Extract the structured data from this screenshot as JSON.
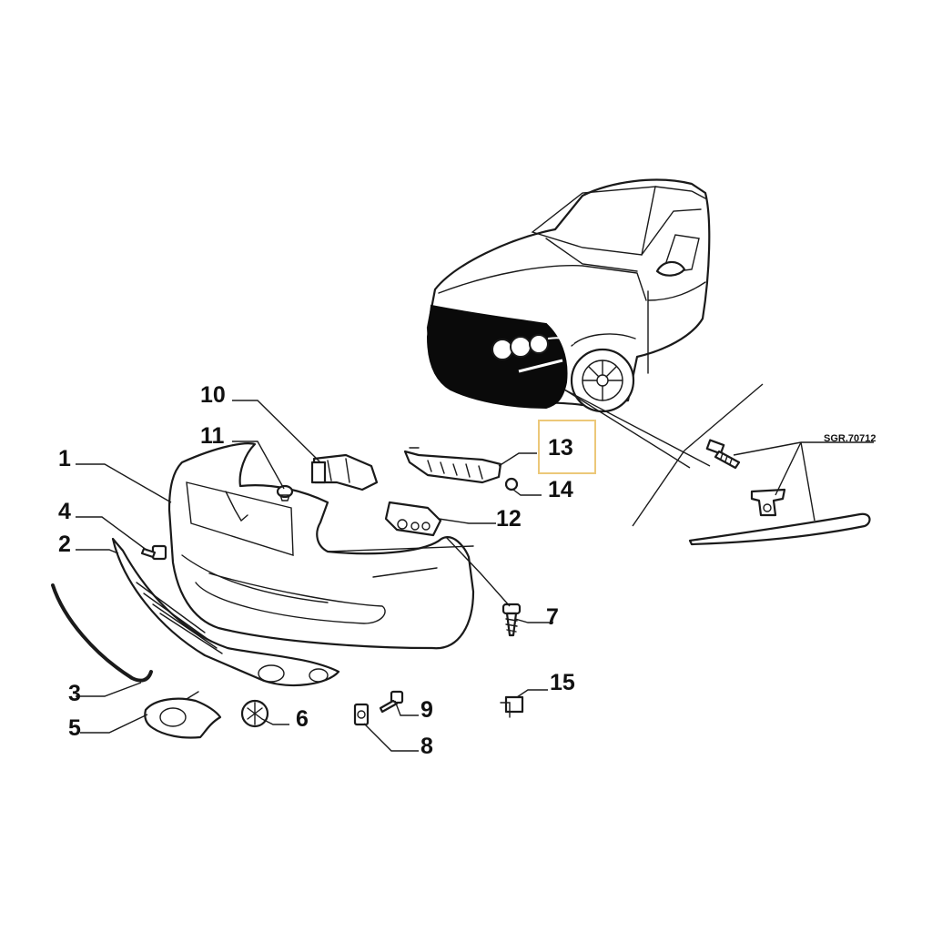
{
  "diagram": {
    "reference_code": "SGR.70712",
    "highlight_color": "#ecc879",
    "highlighted_callout": "13",
    "callouts": [
      "1",
      "2",
      "3",
      "4",
      "5",
      "6",
      "7",
      "8",
      "9",
      "10",
      "11",
      "12",
      "13",
      "14",
      "15"
    ]
  }
}
